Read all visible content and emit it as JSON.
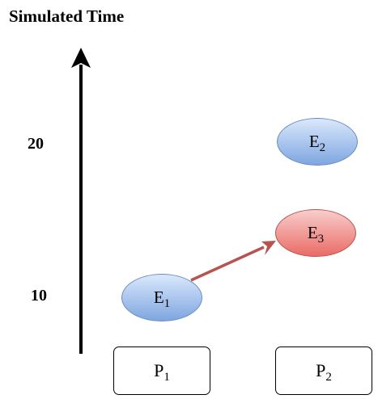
{
  "title": "Simulated Time",
  "axis": {
    "ticks": [
      {
        "label": "20"
      },
      {
        "label": "10"
      }
    ]
  },
  "events": [
    {
      "name": "E",
      "sub": "1",
      "color": "#7ea6e0"
    },
    {
      "name": "E",
      "sub": "2",
      "color": "#7ea6e0"
    },
    {
      "name": "E",
      "sub": "3",
      "color": "#ea6b66"
    }
  ],
  "processes": [
    {
      "name": "P",
      "sub": "1"
    },
    {
      "name": "P",
      "sub": "2"
    }
  ],
  "message_color": "#b85450"
}
